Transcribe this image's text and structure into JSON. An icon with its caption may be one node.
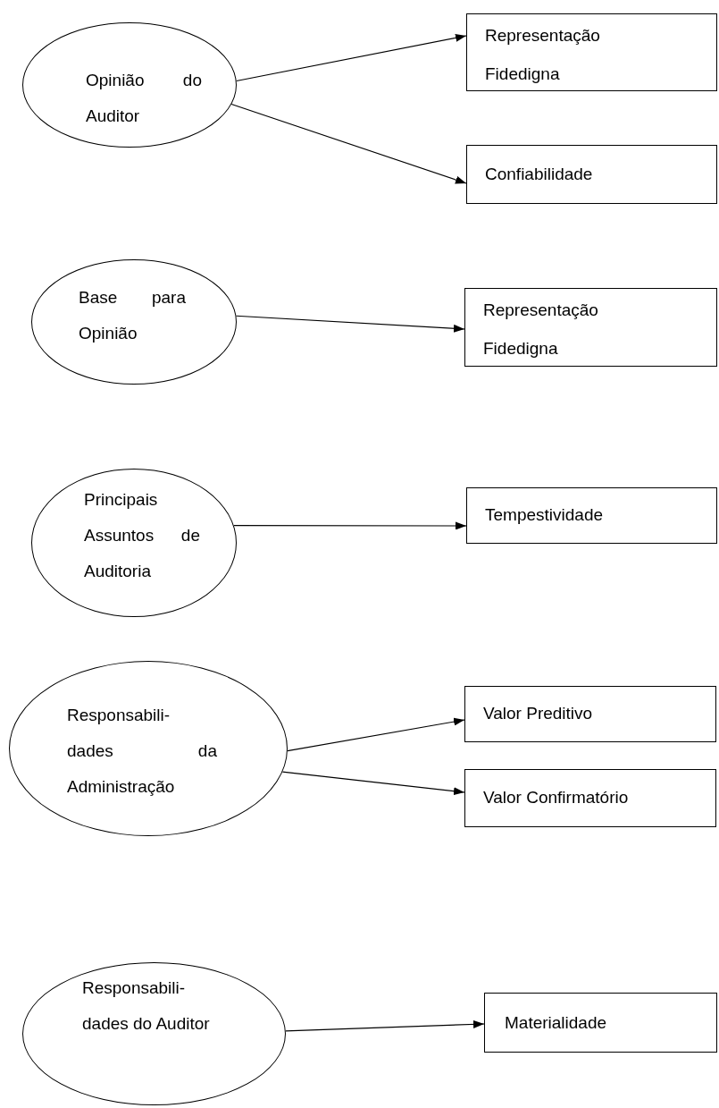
{
  "diagram": {
    "nodes": [
      {
        "text": [
          "Opinião do Auditor"
        ]
      },
      {
        "text": [
          "Representação Fidedigna"
        ]
      },
      {
        "text": [
          "Confiabilidade"
        ]
      },
      {
        "text": [
          "Base para Opinião"
        ]
      },
      {
        "text": [
          "Representação Fidedigna"
        ]
      },
      {
        "text": [
          "Principais Assuntos de Auditoria"
        ]
      },
      {
        "text": [
          "Tempestividade"
        ]
      },
      {
        "text": [
          "Responsabili- dades da Administração"
        ]
      },
      {
        "text": [
          "Valor Preditivo"
        ]
      },
      {
        "text": [
          "Valor Confirmatório"
        ]
      },
      {
        "text": [
          "Responsabili- dades do Auditor"
        ]
      },
      {
        "text": [
          "Materialidade"
        ]
      }
    ],
    "edges": [
      {
        "from": 0,
        "to": 1,
        "arrow": "to"
      },
      {
        "from": 0,
        "to": 2,
        "arrow": "to"
      },
      {
        "from": 3,
        "to": 4,
        "arrow": "to"
      },
      {
        "from": 5,
        "to": 6,
        "arrow": "to"
      },
      {
        "from": 7,
        "to": 8,
        "arrow": "to"
      },
      {
        "from": 7,
        "to": 9,
        "arrow": "to"
      },
      {
        "from": 10,
        "to": 11,
        "arrow": "to"
      }
    ]
  }
}
